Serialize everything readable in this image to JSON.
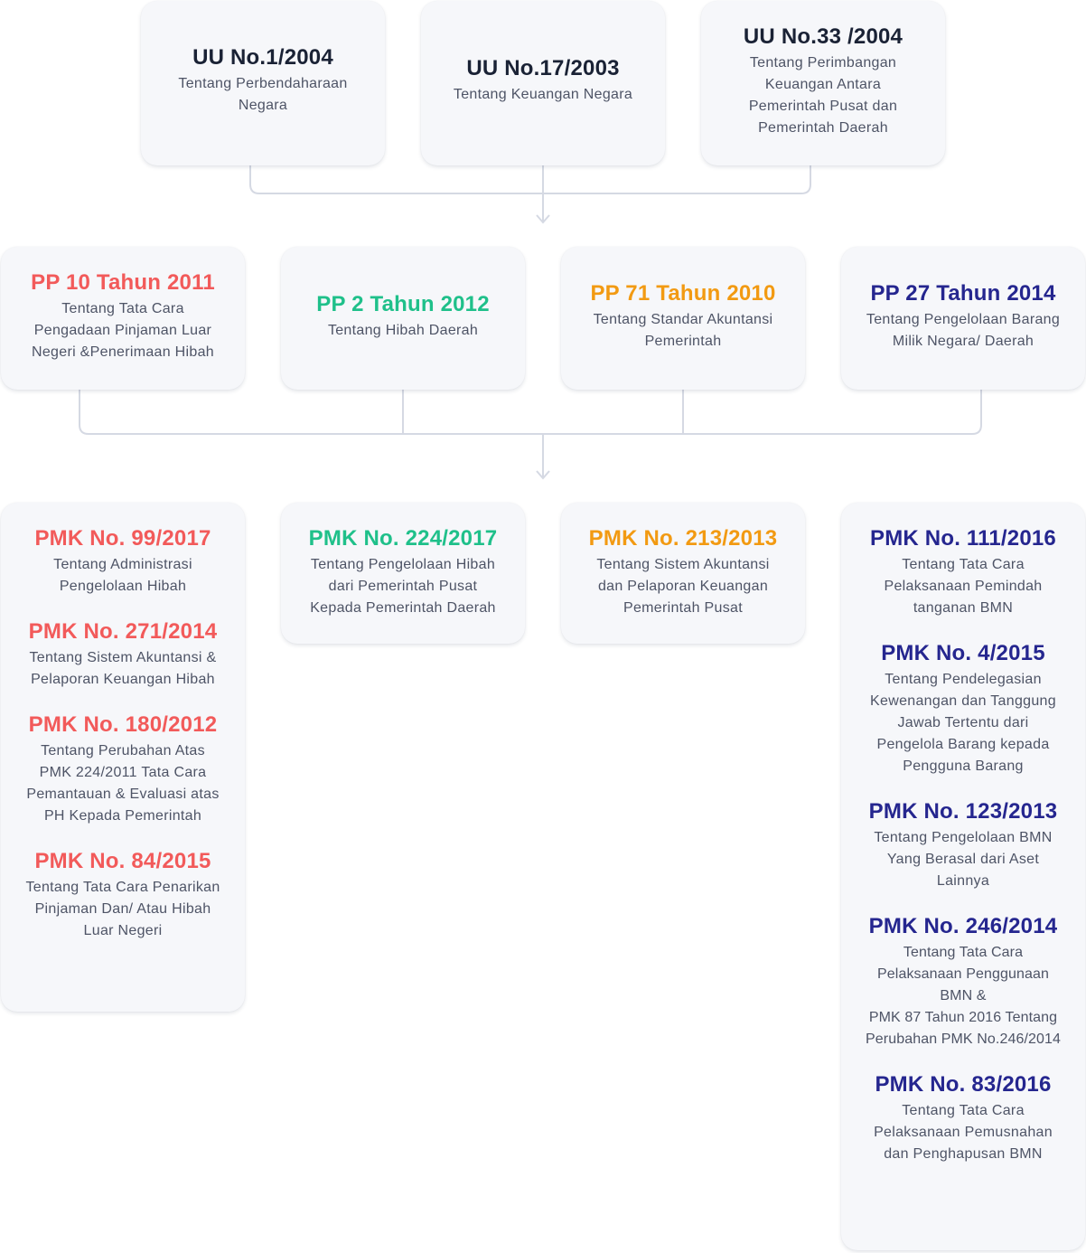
{
  "colors": {
    "undang": "#1a2235",
    "red": "#f25a5a",
    "green": "#1fc08a",
    "orange": "#f29a12",
    "navy": "#25268f",
    "connector": "#d5d9e3"
  },
  "undang_undang": [
    {
      "title": "UU No.1/2004",
      "desc": "Tentang Perbendaharaan\nNegara"
    },
    {
      "title": "UU No.17/2003",
      "desc": "Tentang Keuangan Negara"
    },
    {
      "title": "UU No.33 /2004",
      "desc": "Tentang Perimbangan\nKeuangan Antara\nPemerintah Pusat dan\nPemerintah Daerah"
    }
  ],
  "peraturan_pemerintah": [
    {
      "title": "PP 10 Tahun 2011",
      "desc": "Tentang Tata Cara\nPengadaan Pinjaman Luar\nNegeri &Penerimaan Hibah"
    },
    {
      "title": "PP 2 Tahun 2012",
      "desc": "Tentang  Hibah Daerah"
    },
    {
      "title": "PP 71 Tahun 2010",
      "desc": "Tentang Standar Akuntansi\nPemerintah"
    },
    {
      "title": "PP 27 Tahun 2014",
      "desc": "Tentang Pengelolaan Barang\nMilik Negara/ Daerah"
    }
  ],
  "pmk_columns": [
    {
      "entries": [
        {
          "title": "PMK No. 99/2017",
          "desc": "Tentang  Administrasi\nPengelolaan Hibah"
        },
        {
          "title": "PMK No. 271/2014",
          "desc": "Tentang Sistem Akuntansi &\nPelaporan Keuangan Hibah"
        },
        {
          "title": "PMK No. 180/2012",
          "desc": "Tentang Perubahan Atas\nPMK 224/2011 Tata Cara\nPemantauan & Evaluasi atas\nPH Kepada Pemerintah"
        },
        {
          "title": "PMK No. 84/2015",
          "desc": "Tentang Tata Cara Penarikan\nPinjaman Dan/ Atau Hibah\nLuar Negeri"
        }
      ]
    },
    {
      "entries": [
        {
          "title": "PMK No. 224/2017",
          "desc": "Tentang Pengelolaan Hibah\ndari Pemerintah Pusat\nKepada Pemerintah Daerah"
        }
      ]
    },
    {
      "entries": [
        {
          "title": "PMK No. 213/2013",
          "desc": "Tentang Sistem Akuntansi\ndan Pelaporan Keuangan\nPemerintah Pusat"
        }
      ]
    },
    {
      "entries": [
        {
          "title": "PMK No. 111/2016",
          "desc": "Tentang Tata Cara\nPelaksanaan Pemindah\ntanganan BMN"
        },
        {
          "title": "PMK No. 4/2015",
          "desc": "Tentang Pendelegasian\nKewenangan dan Tanggung\nJawab Tertentu dari\nPengelola Barang kepada\nPengguna Barang"
        },
        {
          "title": "PMK No. 123/2013",
          "desc": "Tentang  Pengelolaan BMN\nYang Berasal dari Aset\nLainnya"
        },
        {
          "title": "PMK No. 246/2014",
          "desc": "Tentang Tata Cara\nPelaksanaan Penggunaan\nBMN &\nPMK 87 Tahun 2016 Tentang\nPerubahan PMK No.246/2014"
        },
        {
          "title": "PMK No. 83/2016",
          "desc": "Tentang  Tata Cara\nPelaksanaan Pemusnahan\ndan Penghapusan BMN"
        }
      ]
    }
  ]
}
